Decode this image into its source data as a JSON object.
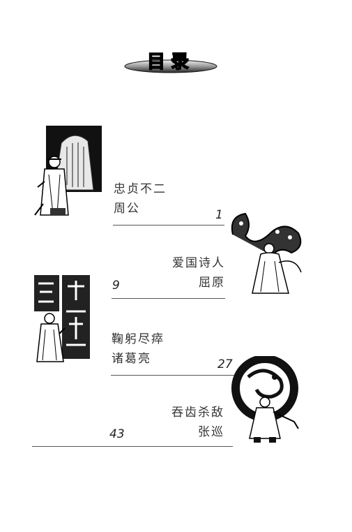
{
  "header": {
    "title": "目录"
  },
  "entries": [
    {
      "line1": "忠贞不二",
      "line2": "周公",
      "page": "1"
    },
    {
      "line1": "爱国诗人",
      "line2": "屈原",
      "page": "9"
    },
    {
      "line1": "鞠躬尽瘁",
      "line2": "诸葛亮",
      "page": "27"
    },
    {
      "line1": "吞齿杀敌",
      "line2": "张巡",
      "page": "43"
    }
  ]
}
